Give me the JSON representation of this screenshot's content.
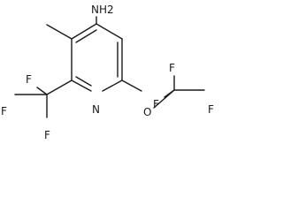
{
  "molecule": {
    "atoms": {
      "amine": "NH2",
      "ring_nitrogen": "N",
      "ether_oxygen": "O",
      "fluorines": [
        "F",
        "F",
        "F",
        "F",
        "F",
        "F"
      ]
    },
    "bond_color": "#1a1a1a",
    "label_color": "#1a1a1a"
  }
}
